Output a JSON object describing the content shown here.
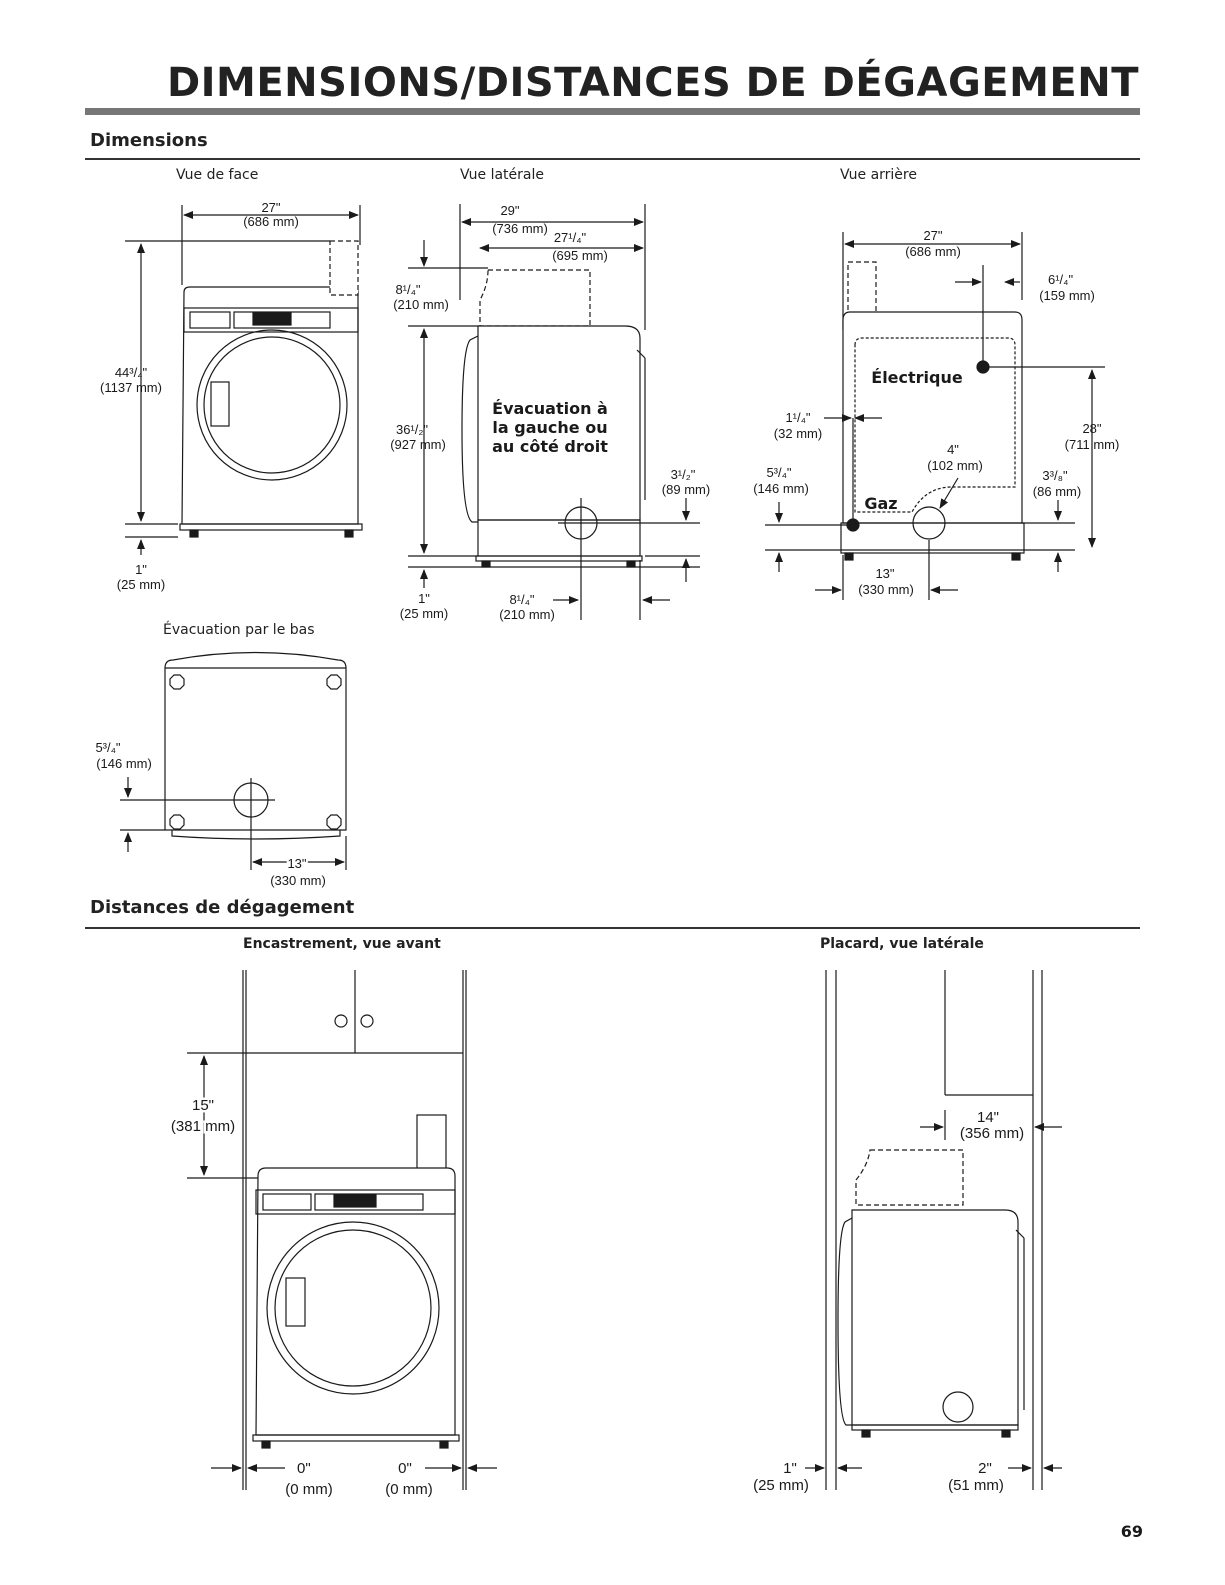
{
  "page": {
    "title": "DIMENSIONS/DISTANCES DE DÉGAGEMENT",
    "page_number": "69"
  },
  "dimensions": {
    "heading": "Dimensions",
    "front": {
      "label": "Vue de face",
      "width_in": "27\"",
      "width_mm": "(686 mm)",
      "height_in": "44³/₄\"",
      "height_mm": "(1137 mm)",
      "foot_in": "1\"",
      "foot_mm": "(25 mm)"
    },
    "side": {
      "label": "Vue latérale",
      "depth_in": "29\"",
      "depth_mm": "(736 mm)",
      "depth2_in": "27¹/₄\"",
      "depth2_mm": "(695 mm)",
      "top_in": "8¹/₄\"",
      "top_mm": "(210 mm)",
      "height_in": "36¹/₂\"",
      "height_mm": "(927 mm)",
      "exhaust_l1": "Évacuation à",
      "exhaust_l2": "la gauche ou",
      "exhaust_l3": "au côté droit",
      "vent_h_in": "3¹/₂\"",
      "vent_h_mm": "(89 mm)",
      "foot_in": "1\"",
      "foot_mm": "(25 mm)",
      "vent_d_in": "8¹/₄\"",
      "vent_d_mm": "(210 mm)"
    },
    "rear": {
      "label": "Vue arrière",
      "width_in": "27\"",
      "width_mm": "(686 mm)",
      "elec_off_in": "6¹/₄\"",
      "elec_off_mm": "(159 mm)",
      "electric": "Électrique",
      "gas_off_in": "1¹/₄\"",
      "gas_off_mm": "(32 mm)",
      "vent_in": "4\"",
      "vent_mm": "(102 mm)",
      "elec_h_in": "28\"",
      "elec_h_mm": "(711 mm)",
      "gas_h_in": "5³/₄\"",
      "gas_h_mm": "(146 mm)",
      "gas": "Gaz",
      "vent_h_in": "3³/₈\"",
      "vent_h_mm": "(86 mm)",
      "vent_x_in": "13\"",
      "vent_x_mm": "(330 mm)"
    },
    "bottom": {
      "label": "Évacuation par le bas",
      "vent_h_in": "5³/₄\"",
      "vent_h_mm": "(146 mm)",
      "vent_x_in": "13\"",
      "vent_x_mm": "(330 mm)"
    }
  },
  "clearances": {
    "heading": "Distances de dégagement",
    "recessed": {
      "label": "Encastrement, vue avant",
      "top_in": "15\"",
      "top_mm": "(381 mm)",
      "left_in": "0\"",
      "left_mm": "(0 mm)",
      "right_in": "0\"",
      "right_mm": "(0 mm)"
    },
    "closet": {
      "label": "Placard, vue latérale",
      "front_in": "14\"",
      "front_mm": "(356 mm)",
      "side_in": "1\"",
      "side_mm": "(25 mm)",
      "rear_in": "2\"",
      "rear_mm": "(51 mm)"
    }
  }
}
